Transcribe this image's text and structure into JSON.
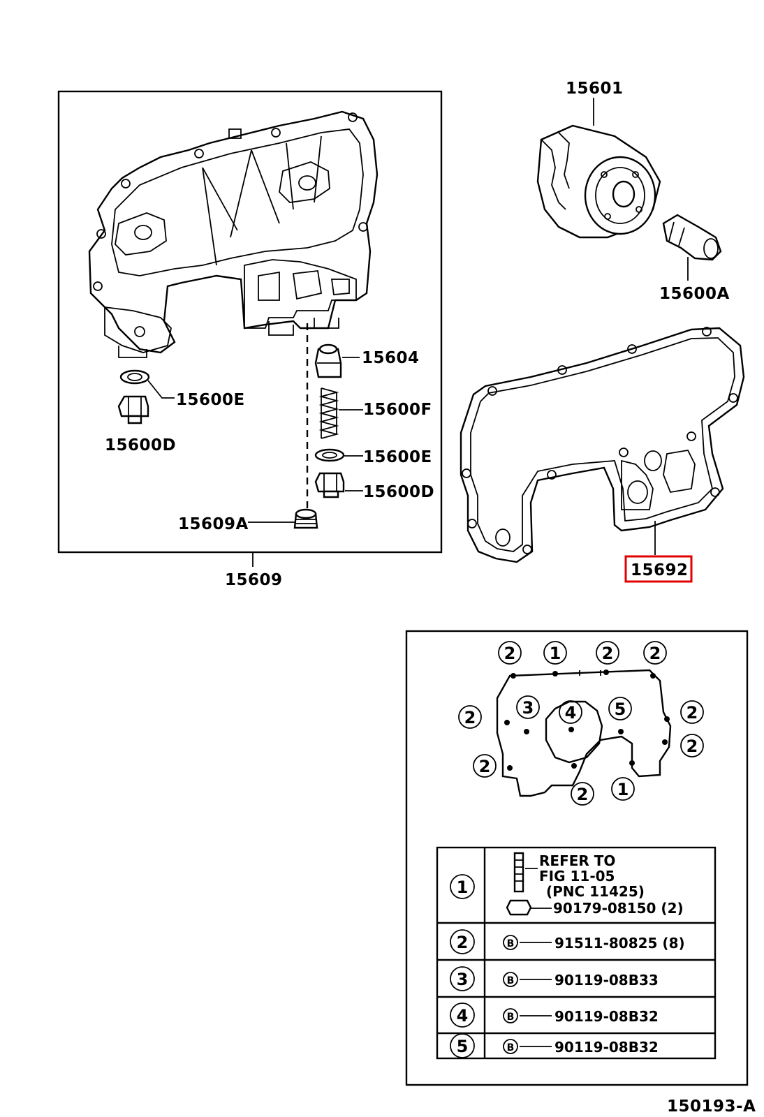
{
  "parts": {
    "oil_pan_assy": "15609",
    "plug_15609a": "15609A",
    "valve_15604": "15604",
    "spring_15600f": "15600F",
    "gasket_15600e_left": "15600E",
    "plug_15600d_left": "15600D",
    "gasket_15600e_right": "15600E",
    "plug_15600d_right": "15600D",
    "oil_filter": "15601",
    "union_15600a": "15600A",
    "gasket_15692": "15692"
  },
  "highlight_color": "#e00000",
  "bolt_callouts": [
    "2",
    "1",
    "2",
    "2",
    "3",
    "4",
    "5",
    "2",
    "2",
    "2",
    "2",
    "2",
    "1"
  ],
  "legend": {
    "rows": [
      {
        "num": "1",
        "lines": [
          "REFER TO",
          "FIG 11-05",
          "(PNC 11425)"
        ],
        "part": "90179-08150 (2)"
      },
      {
        "num": "2",
        "part": "91511-80825 (8)"
      },
      {
        "num": "3",
        "part": "90119-08B33"
      },
      {
        "num": "4",
        "part": "90119-08B32"
      },
      {
        "num": "5",
        "part": "90119-08B32"
      }
    ]
  },
  "figure_code": "150193-A"
}
